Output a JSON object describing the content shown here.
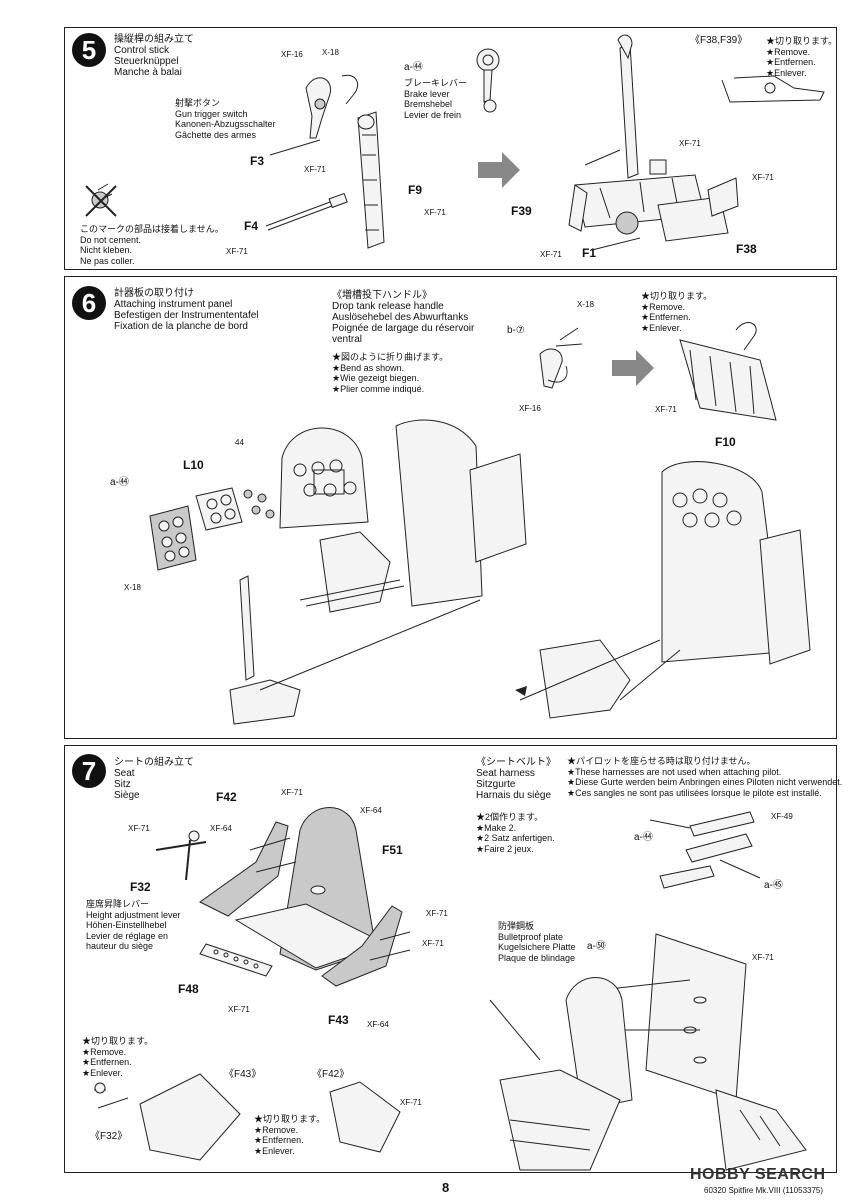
{
  "step5": {
    "number": "5",
    "title": [
      "操縦桿の組み立て",
      "Control stick",
      "Steuerknüppel",
      "Manche à balai"
    ],
    "gun_trigger": [
      "射撃ボタン",
      "Gun trigger switch",
      "Kanonen-Abzugsschalter",
      "Gâchette des armes"
    ],
    "brake_lever": [
      "ブレーキレバー",
      "Brake lever",
      "Bremshebel",
      "Levier de frein"
    ],
    "no_cement": [
      "このマークの部品は接着しません。",
      "Do not cement.",
      "Nicht kleben.",
      "Ne pas coller."
    ],
    "parts": {
      "f3": "F3",
      "f9": "F9",
      "f4": "F4",
      "f39": "F39",
      "f1": "F1",
      "f38": "F38"
    },
    "paints": {
      "xf16": "XF-16",
      "x18": "X-18",
      "xf71": "XF-71",
      "a44": "a-㊹"
    },
    "sub_label": "《F38,F39》",
    "remove": [
      "★切り取ります。",
      "★Remove.",
      "★Entfernen.",
      "★Enlever."
    ]
  },
  "step6": {
    "number": "6",
    "title": [
      "計器板の取り付け",
      "Attaching instrument panel",
      "Befestigen der Instrumententafel",
      "Fixation de la planche de bord"
    ],
    "drop_tank": [
      "《増槽投下ハンドル》",
      "Drop tank release handle",
      "Auslösehebel des Abwurftanks",
      "Poignée de largage du réservoir",
      "ventral"
    ],
    "bend": [
      "★図のように折り曲げます。",
      "★Bend as shown.",
      "★Wie gezeigt biegen.",
      "★Plier comme indiqué."
    ],
    "remove": [
      "★切り取ります。",
      "★Remove.",
      "★Entfernen.",
      "★Enlever."
    ],
    "parts": {
      "l10": "L10",
      "f10": "F10",
      "n44": "44"
    },
    "paints": {
      "x18": "X-18",
      "xf16": "XF-16",
      "xf71": "XF-71",
      "b7": "b-⑦",
      "a44": "a-㊹"
    }
  },
  "step7": {
    "number": "7",
    "title": [
      "シートの組み立て",
      "Seat",
      "Sitz",
      "Siège"
    ],
    "harness": [
      "《シートベルト》",
      "Seat harness",
      "Sitzgurte",
      "Harnais du siège"
    ],
    "pilot_note": [
      "★パイロットを座らせる時は取り付けません。",
      "★These harnesses are not used when attaching pilot.",
      "★Diese Gurte werden beim Anbringen eines Piloten nicht verwendet.",
      "★Ces sangles ne sont pas utilisées lorsque le pilote est installé."
    ],
    "make2": [
      "★2個作ります。",
      "★Make 2.",
      "★2 Satz anfertigen.",
      "★Faire 2 jeux."
    ],
    "height_lever": [
      "座席昇降レバー",
      "Height adjustment lever",
      "Höhen-Einstellhebel",
      "Levier de réglage en",
      "hauteur du siège"
    ],
    "bulletproof": [
      "防弾鋼板",
      "Bulletproof plate",
      "Kugelsichere Platte",
      "Plaque de blindage"
    ],
    "remove_a": [
      "★切り取ります。",
      "★Remove.",
      "★Entfernen.",
      "★Enlever."
    ],
    "remove_b": [
      "★切り取ります。",
      "★Remove.",
      "★Entfernen.",
      "★Enlever."
    ],
    "parts": {
      "f42": "F42",
      "f51": "F51",
      "f32": "F32",
      "f48": "F48",
      "f43": "F43"
    },
    "subs": {
      "f43": "《F43》",
      "f42": "《F42》",
      "f32": "《F32》"
    },
    "paints": {
      "xf71": "XF-71",
      "xf64": "XF-64",
      "xf49": "XF-49",
      "a44": "a-㊹",
      "a45": "a-㊺",
      "a60": "a-㊿"
    }
  },
  "page_number": "8",
  "footer": "60320 Spitfire Mk.VIII (11053375)",
  "watermark": "HOBBY SEARCH",
  "colors": {
    "ink": "#111111",
    "arrow_gray": "#888888",
    "part_fill": "#f4f4f4"
  }
}
